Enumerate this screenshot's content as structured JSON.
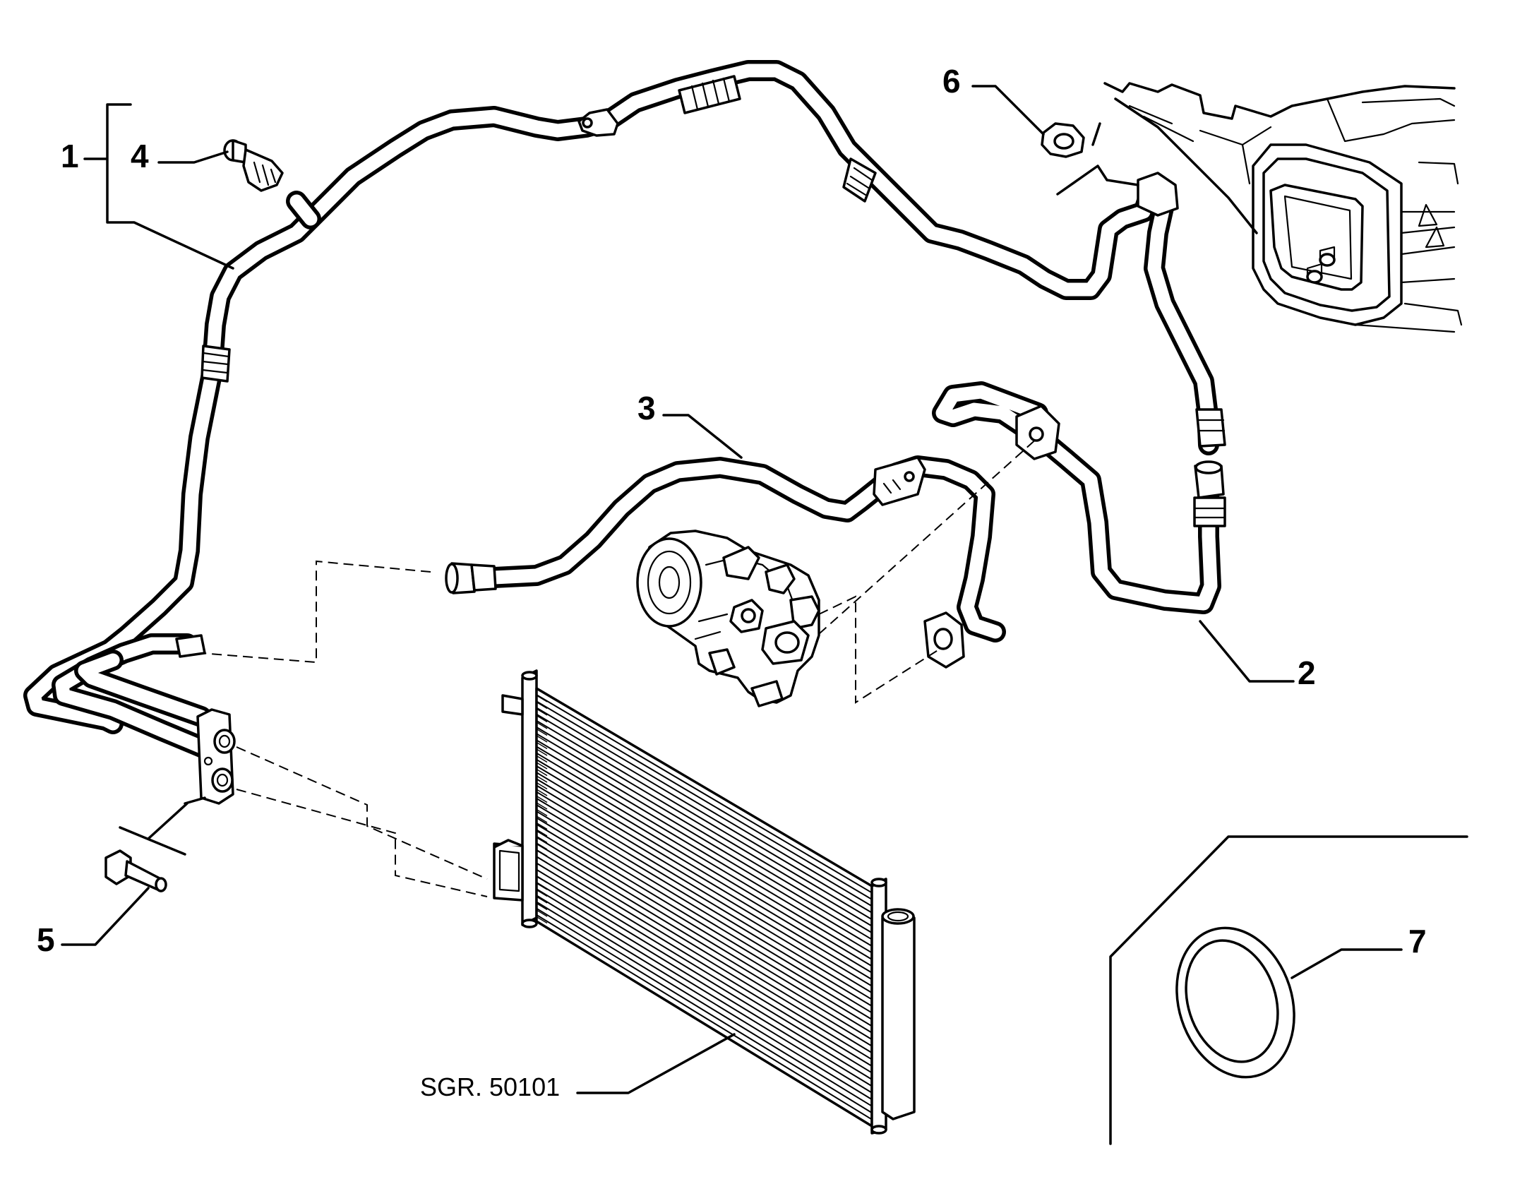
{
  "callouts": {
    "c1": "1",
    "c2": "2",
    "c3": "3",
    "c4": "4",
    "c5": "5",
    "c6": "6",
    "c7": "7"
  },
  "reference_label": "SGR. 50101",
  "colors": {
    "line": "#000000",
    "background": "#ffffff"
  }
}
